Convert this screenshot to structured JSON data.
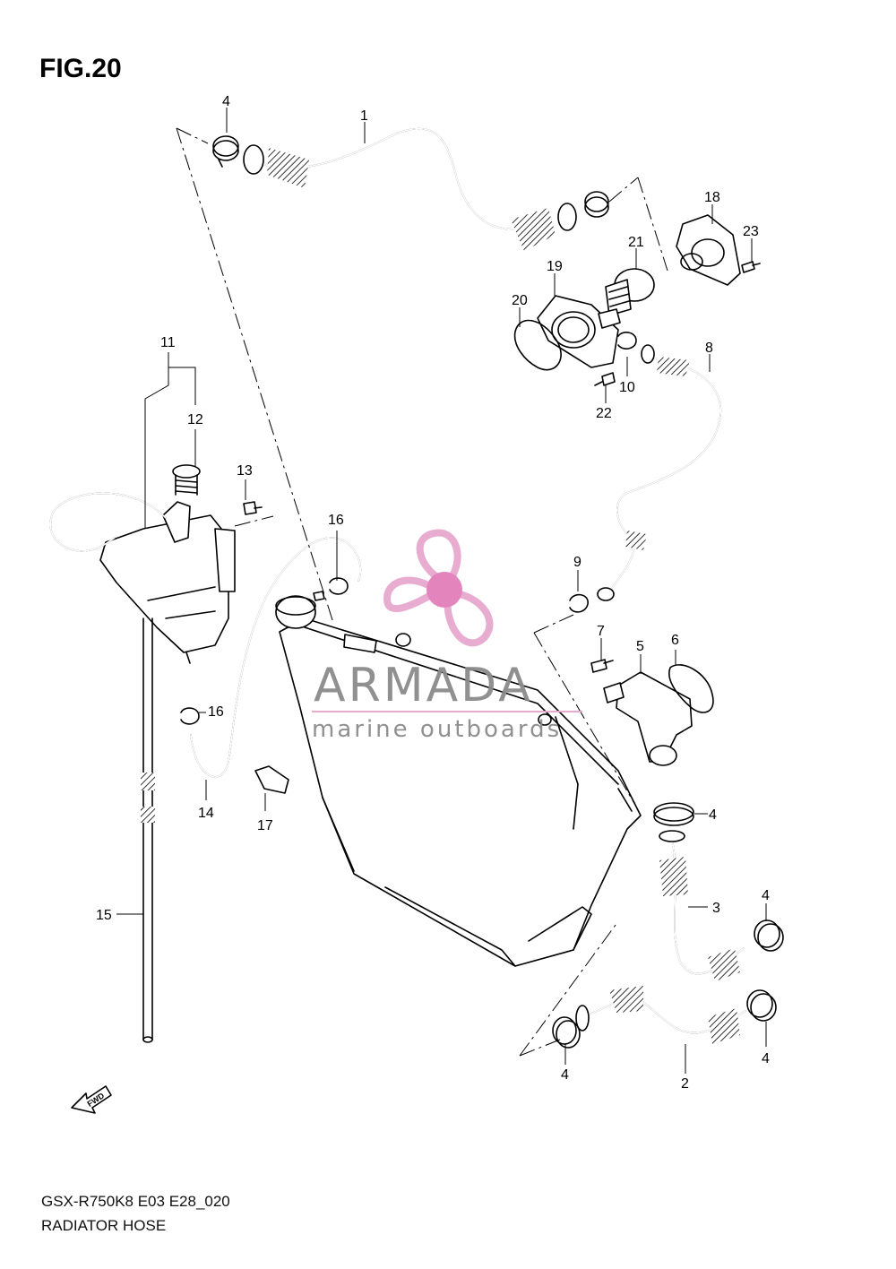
{
  "figure": {
    "title": "FIG.20"
  },
  "footer": {
    "model_code": "GSX-R750K8 E03 E28_020",
    "diagram_name": "RADIATOR HOSE"
  },
  "watermark": {
    "brand": "ARMADA",
    "subtitle": "marine outboards",
    "color_primary": "#e7a8cf",
    "color_accent": "#e27fb9",
    "text_color": "#8b8b8b"
  },
  "forward_arrow": {
    "label": "FWD"
  },
  "callouts": {
    "c1": "1",
    "c2": "2",
    "c3": "3",
    "c4a": "4",
    "c4b": "4",
    "c4c": "4",
    "c4d": "4",
    "c4e": "4",
    "c5": "5",
    "c6": "6",
    "c7": "7",
    "c8": "8",
    "c9": "9",
    "c10": "10",
    "c11": "11",
    "c12": "12",
    "c13": "13",
    "c14": "14",
    "c15": "15",
    "c16a": "16",
    "c16b": "16",
    "c17": "17",
    "c18": "18",
    "c19": "19",
    "c20": "20",
    "c21": "21",
    "c22": "22",
    "c23": "23"
  }
}
